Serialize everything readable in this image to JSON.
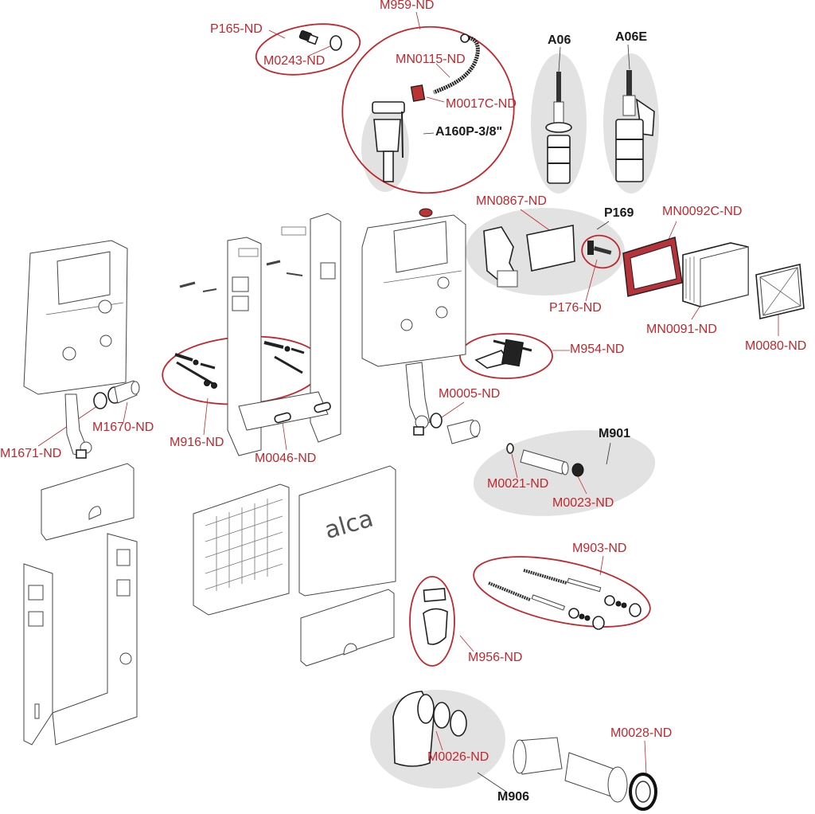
{
  "diagram": {
    "title": "Exploded spare-parts diagram of concealed WC installation frame",
    "brand_logo": "alca",
    "colors": {
      "part_label": "#c1272d",
      "kit_label": "#1a1a1a",
      "kit_highlight": "#e2e2e2",
      "group_outline": "#c1272d"
    },
    "part_labels": [
      {
        "id": "P165-ND"
      },
      {
        "id": "M0243-ND"
      },
      {
        "id": "M959-ND"
      },
      {
        "id": "MN0115-ND"
      },
      {
        "id": "M0017C-ND"
      },
      {
        "id": "MN0867-ND"
      },
      {
        "id": "MN0092C-ND"
      },
      {
        "id": "P176-ND"
      },
      {
        "id": "MN0091-ND"
      },
      {
        "id": "M0080-ND"
      },
      {
        "id": "M954-ND"
      },
      {
        "id": "M0005-ND"
      },
      {
        "id": "M1670-ND"
      },
      {
        "id": "M1671-ND"
      },
      {
        "id": "M916-ND"
      },
      {
        "id": "M0046-ND"
      },
      {
        "id": "M0021-ND"
      },
      {
        "id": "M0023-ND"
      },
      {
        "id": "M903-ND"
      },
      {
        "id": "M956-ND"
      },
      {
        "id": "M0026-ND"
      },
      {
        "id": "M0028-ND"
      }
    ],
    "kit_labels": [
      {
        "id": "A160P-3/8\""
      },
      {
        "id": "A06"
      },
      {
        "id": "A06E"
      },
      {
        "id": "P169"
      },
      {
        "id": "M901"
      },
      {
        "id": "M906"
      }
    ]
  }
}
